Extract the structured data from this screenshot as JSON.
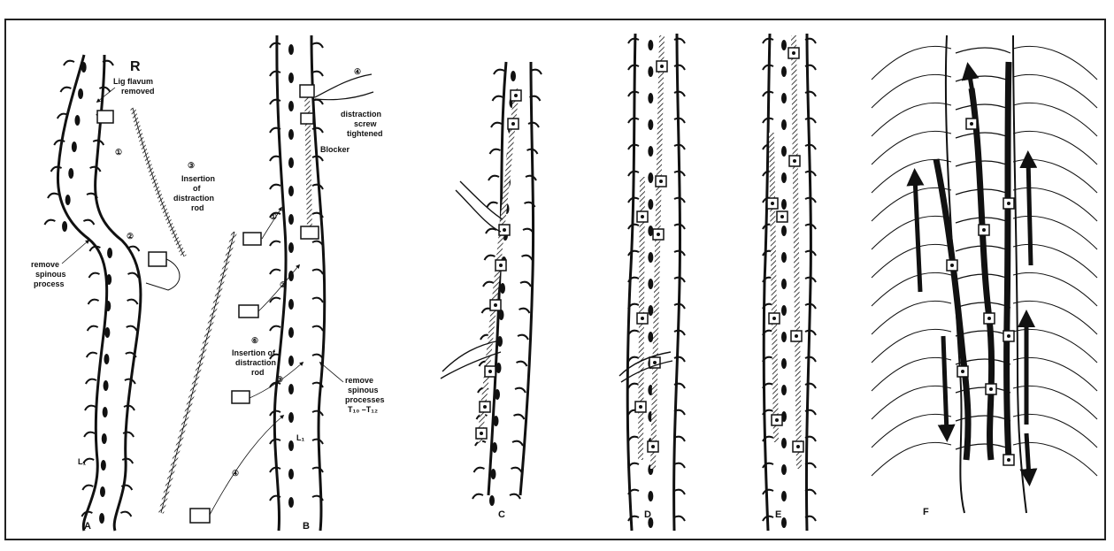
{
  "colors": {
    "ink": "#111111",
    "paper": "#ffffff",
    "frame": "#222222"
  },
  "panels": [
    {
      "letter": "A"
    },
    {
      "letter": "B"
    },
    {
      "letter": "C"
    },
    {
      "letter": "D"
    },
    {
      "letter": "E"
    },
    {
      "letter": "F"
    }
  ],
  "panel_a": {
    "side_marker": "R",
    "lig_label": [
      "Lig flavum",
      "removed"
    ],
    "step_insertion": "③",
    "insertion_label": [
      "Insertion",
      "of",
      "distraction",
      "rod"
    ],
    "remove_label": [
      "remove",
      "spinous",
      "process"
    ],
    "step1": "①",
    "step2": "②",
    "vertebra_label": "L₁"
  },
  "panel_b": {
    "step4_top": "④",
    "distraction_label": [
      "distraction",
      "screw",
      "tightened"
    ],
    "blocker_label": "Blocker",
    "step6": "⑥",
    "insertion_label": [
      "Insertion of",
      "distraction",
      "rod"
    ],
    "remove_label": [
      "remove",
      "spinous",
      "processes",
      "T₁₀ –T₁₂"
    ],
    "step1": "①",
    "step2": "②",
    "step3": "③",
    "step4": "④",
    "vertebra_label": "L₁"
  }
}
